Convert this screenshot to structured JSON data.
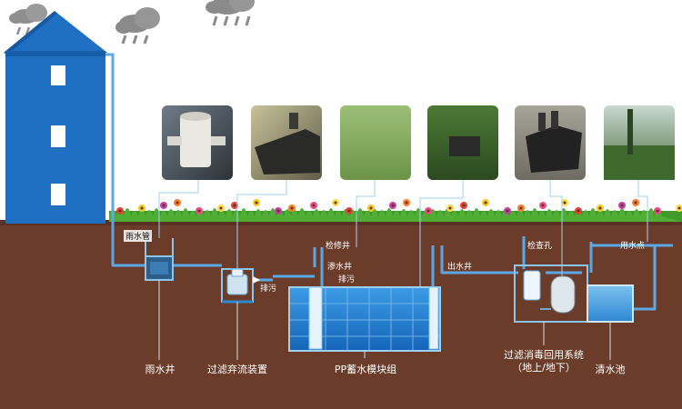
{
  "labels": {
    "rain_pipe": "雨水管",
    "inspection_well": "检修井",
    "seepage_well": "渗水井",
    "drain_1": "排污",
    "drain_2": "排污",
    "outlet_well": "出水井",
    "check_hole": "检查孔",
    "water_point": "用水点"
  },
  "captions": {
    "rainwater_well": "雨水井",
    "filter_device": "过滤弃流装置",
    "pp_module": "PP蓄水模块组",
    "reuse_system_line1": "过滤消毒回用系统",
    "reuse_system_line2": "（地上/地下）",
    "clear_pool": "清水池"
  },
  "colors": {
    "soil": "#6b3c2a",
    "building": "#1f6fc2",
    "pipe": "#5aa9e6",
    "water": "#1e7fd0",
    "grass": "#3f9a2a",
    "cloud": "#8e8e8e"
  },
  "icons": [
    "rain-cloud-icon",
    "rain-cloud-icon",
    "rain-cloud-icon",
    "arrow-right-icon"
  ]
}
